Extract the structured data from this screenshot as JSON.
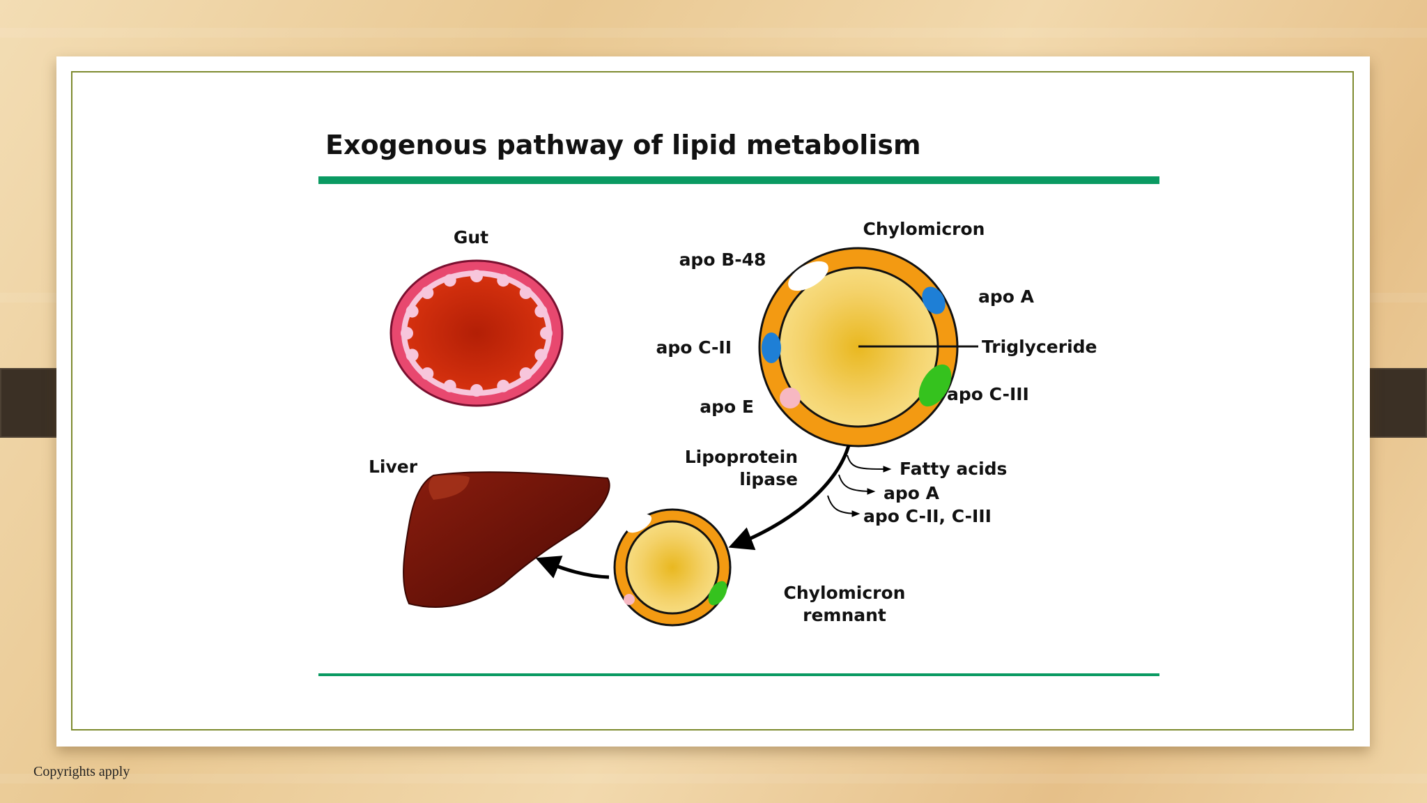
{
  "slide": {
    "copyright": "Copyrights apply"
  },
  "figure": {
    "title": "Exogenous pathway of lipid metabolism",
    "labels": {
      "gut": "Gut",
      "liver": "Liver",
      "chylomicron": "Chylomicron",
      "apo_b48": "apo B-48",
      "apo_a": "apo A",
      "apo_c2": "apo C-II",
      "triglyceride": "Triglyceride",
      "apo_c3": "apo C-III",
      "apo_e": "apo E",
      "lipase_line1": "Lipoprotein",
      "lipase_line2": "lipase",
      "fatty_acids": "Fatty acids",
      "released_apo_a": "apo A",
      "released_apo_c": "apo C-II, C-III",
      "remnant_line1": "Chylomicron",
      "remnant_line2": "remnant"
    }
  },
  "colors": {
    "accent_rule": "#0a9a62",
    "chylomicron_shell": "#f39a12",
    "core": "#f2cc55",
    "gut_ring": "#e8486f",
    "gut_lumen": "#c92a0c",
    "liver": "#6e1208",
    "apo_blue": "#1e7fd6",
    "apo_green": "#35c21e",
    "apo_pink": "#f7b8c2"
  }
}
